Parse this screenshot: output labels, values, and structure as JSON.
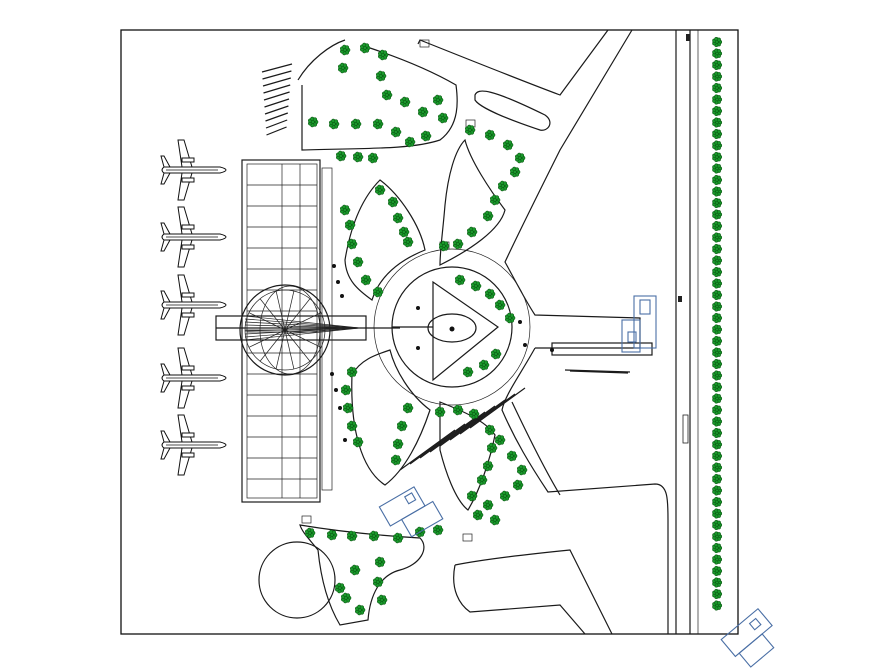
{
  "drawing": {
    "type": "airport terminal site plan",
    "aircraft_count": 5,
    "elements": [
      "terminal-building",
      "circular-rotunda",
      "aircraft-parking",
      "roundabout",
      "landscaped-islands",
      "highway",
      "tree-row",
      "parking-area",
      "circular-pond",
      "parked-vehicles"
    ],
    "road_label": "",
    "colors": {
      "linework": "#1a1a1a",
      "trees": "#1a9a2c",
      "vehicles": "#4a6fa5",
      "background": "#ffffff"
    }
  }
}
